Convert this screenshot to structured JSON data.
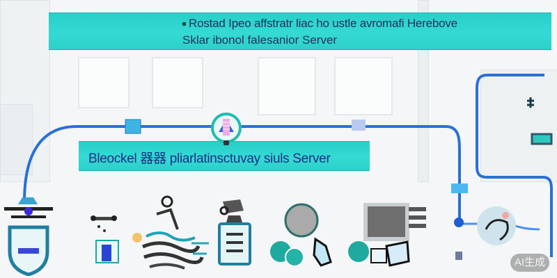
{
  "banners": {
    "top": {
      "line1": "Rostad Ipeo affstratr liac ho ustle avromafi Herebove",
      "line2": "Sklar ibonol falesanior Server"
    },
    "middle": {
      "label": "Bleockel 器器 pliarlatinsctuvay siuls Server"
    }
  },
  "badge": {
    "label": "AI生成"
  },
  "icons": [
    "network-shield-icon",
    "sprinkler-icon",
    "data-cloud-icon",
    "robot-clipboard-icon",
    "headset-users-icon",
    "monitor-server-icon",
    "robot-arm-icon"
  ],
  "colors": {
    "banner": "#2ed3cc",
    "banner_text": "#2a2f5c",
    "pipe": "#2a6fd6",
    "background": "#f4f6f7"
  }
}
